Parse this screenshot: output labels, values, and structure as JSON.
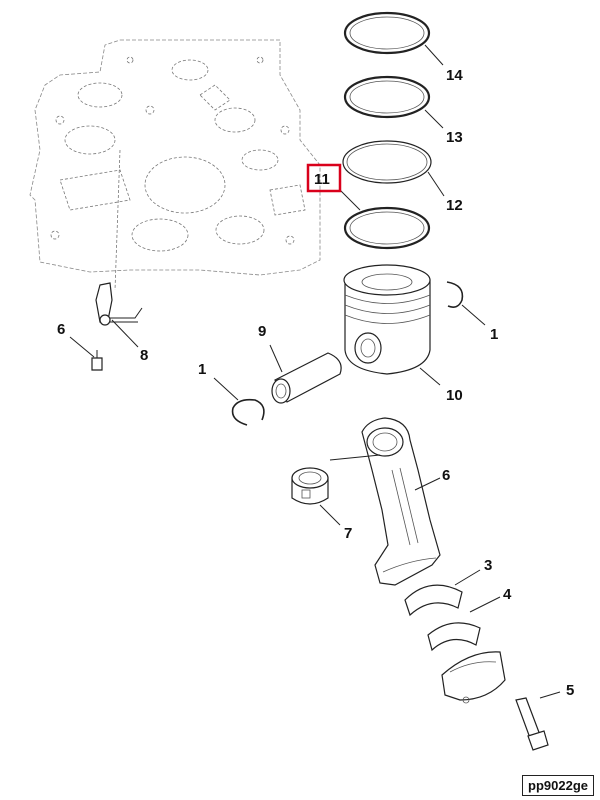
{
  "callouts": [
    {
      "id": "c14",
      "text": "14"
    },
    {
      "id": "c13",
      "text": "13"
    },
    {
      "id": "c12",
      "text": "12"
    },
    {
      "id": "c11",
      "text": "11",
      "highlighted": true
    },
    {
      "id": "c1a",
      "text": "1"
    },
    {
      "id": "c10",
      "text": "10"
    },
    {
      "id": "c9",
      "text": "9"
    },
    {
      "id": "c1b",
      "text": "1"
    },
    {
      "id": "c6a",
      "text": "6"
    },
    {
      "id": "c8",
      "text": "8"
    },
    {
      "id": "c6b",
      "text": "6"
    },
    {
      "id": "c7",
      "text": "7"
    },
    {
      "id": "c3",
      "text": "3"
    },
    {
      "id": "c4",
      "text": "4"
    },
    {
      "id": "c5",
      "text": "5"
    }
  ],
  "reference_code": "pp9022ge",
  "colors": {
    "highlight": "#d9001b",
    "line": "#222222",
    "block_outline": "#888888"
  }
}
